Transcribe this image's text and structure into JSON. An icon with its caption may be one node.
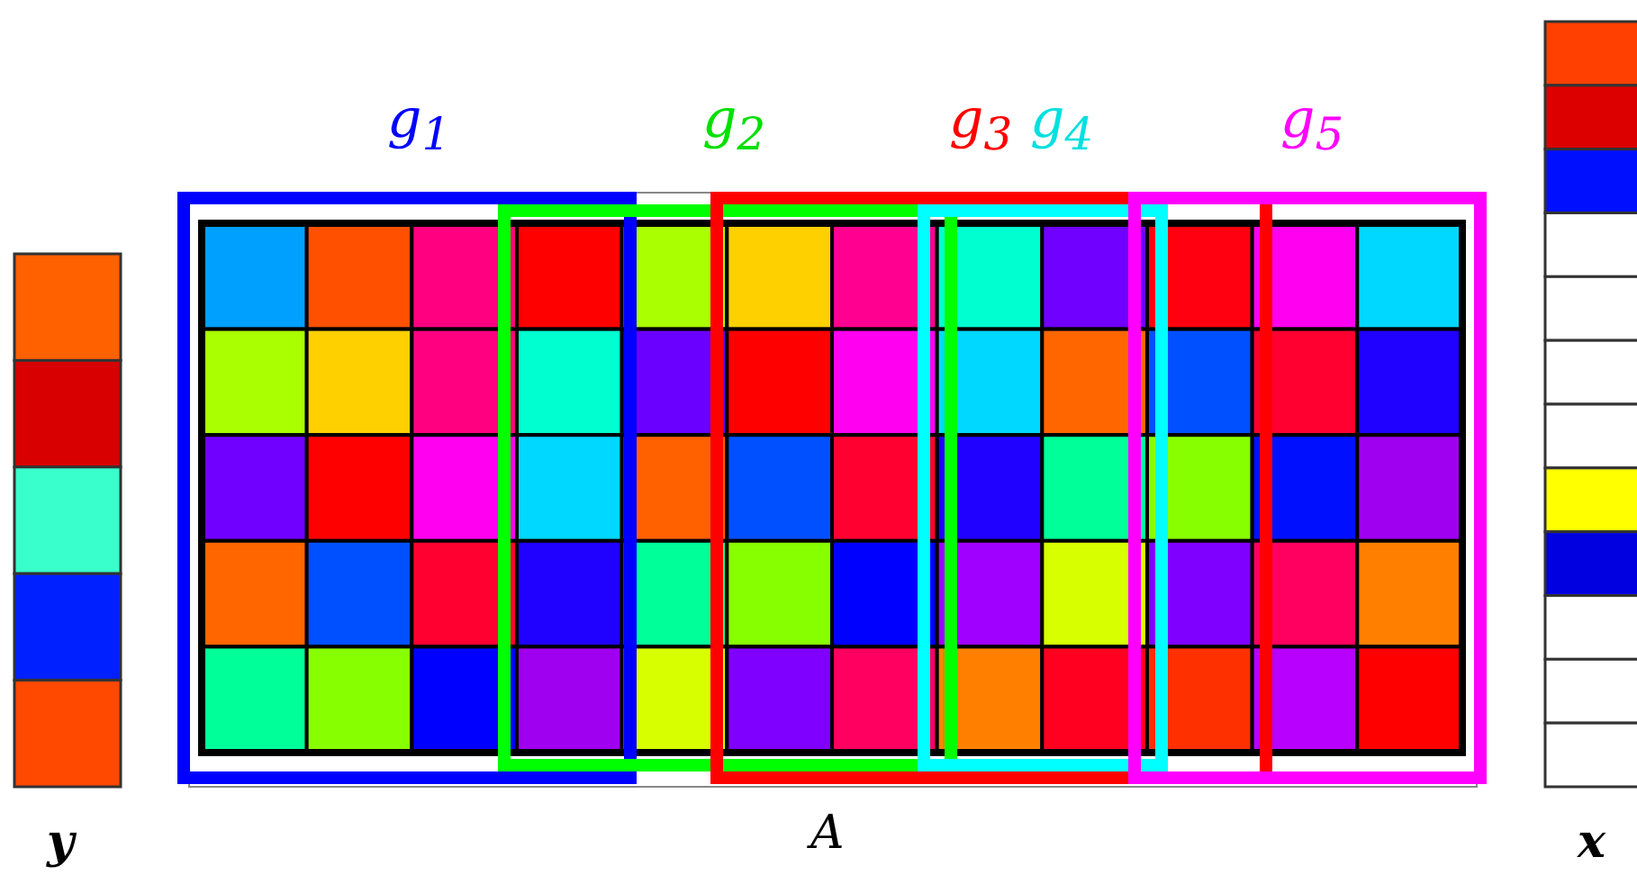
{
  "diagram": {
    "labels": [
      "g$_{1}$",
      "g$_{2}$",
      "g$_{3}$",
      "g$_{4}$",
      "g$_{5}$",
      "y",
      "A",
      "x"
    ]
  }
}
